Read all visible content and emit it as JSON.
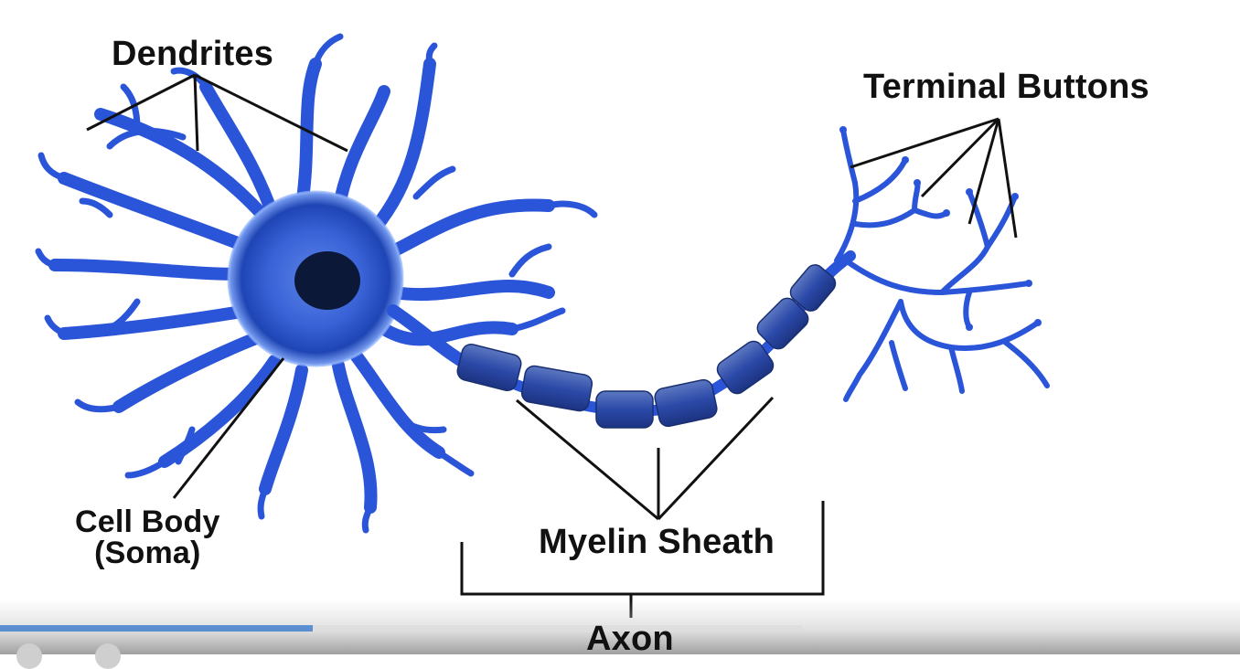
{
  "labels": {
    "dendrites": "Dendrites",
    "terminal_buttons": "Terminal Buttons",
    "cell_body_line1": "Cell Body",
    "cell_body_line2": "(Soma)",
    "myelin_sheath": "Myelin Sheath",
    "axon": "Axon"
  },
  "colors": {
    "neuron": "#2a55d8",
    "neuron_dark": "#1a38a8",
    "neuron_light": "#6f97f2",
    "nucleus": "#0b1838",
    "myelin": "#2e4fa8",
    "leader_lines": "#111111",
    "progress": "#5b8fd0"
  },
  "video_player": {
    "progress_fraction": 0.39
  }
}
